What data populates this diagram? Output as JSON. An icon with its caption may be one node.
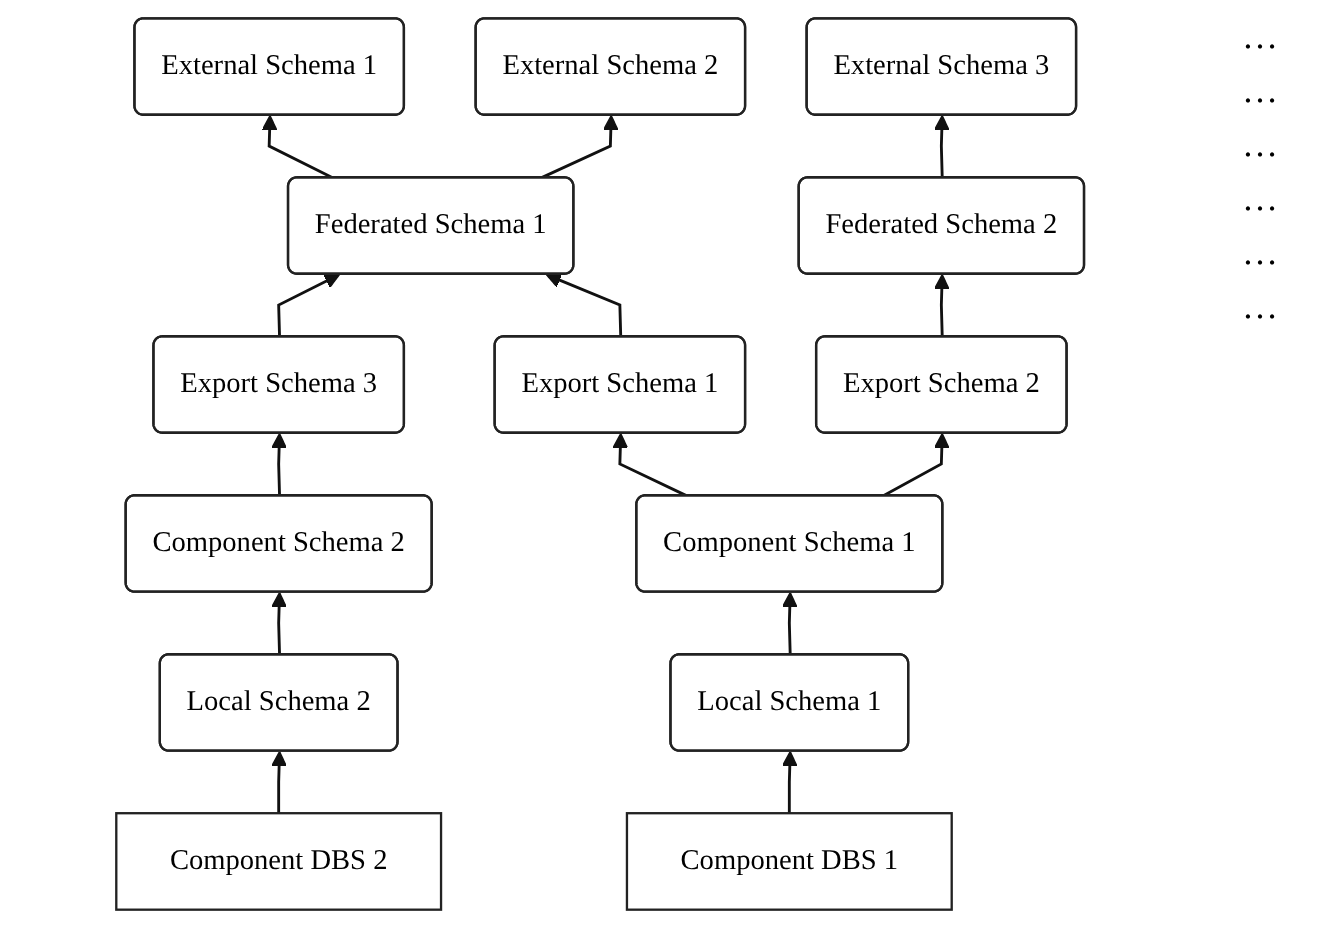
{
  "diagram": {
    "nodes": [
      {
        "text": [
          "External Schema 1"
        ]
      },
      {
        "text": [
          "External Schema 2"
        ]
      },
      {
        "text": [
          "External Schema 3"
        ]
      },
      {
        "text": [
          "Federated Schema 1"
        ]
      },
      {
        "text": [
          "Federated Schema 2"
        ]
      },
      {
        "text": [
          "Export Schema 1"
        ]
      },
      {
        "text": [
          "Export Schema 2"
        ]
      },
      {
        "text": [
          "Export Schema 3"
        ]
      },
      {
        "text": [
          "Component Schema 1"
        ]
      },
      {
        "text": [
          "Component Schema 2"
        ]
      },
      {
        "text": [
          "Local Schema 1"
        ]
      },
      {
        "text": [
          "Local Schema 2"
        ]
      },
      {
        "text": [
          "Component DBS 1"
        ]
      },
      {
        "text": [
          "Component DBS 2"
        ]
      }
    ],
    "edges": [
      {
        "from": 3,
        "to": 0,
        "arrow": "to"
      },
      {
        "from": 3,
        "to": 1,
        "arrow": "to"
      },
      {
        "from": 4,
        "to": 2,
        "arrow": "to"
      },
      {
        "from": 5,
        "to": 3,
        "arrow": "to"
      },
      {
        "from": 6,
        "to": 4,
        "arrow": "to"
      },
      {
        "from": 7,
        "to": 3,
        "arrow": "to"
      },
      {
        "from": 8,
        "to": 5,
        "arrow": "to"
      },
      {
        "from": 8,
        "to": 6,
        "arrow": "to"
      },
      {
        "from": 9,
        "to": 7,
        "arrow": "to"
      },
      {
        "from": 10,
        "to": 8,
        "arrow": "to"
      },
      {
        "from": 11,
        "to": 9,
        "arrow": "to"
      },
      {
        "from": 12,
        "to": 10,
        "arrow": "to"
      },
      {
        "from": 13,
        "to": 11,
        "arrow": "to"
      }
    ],
    "labels": [
      "…",
      "…",
      "…",
      "…",
      "…",
      "…"
    ]
  }
}
